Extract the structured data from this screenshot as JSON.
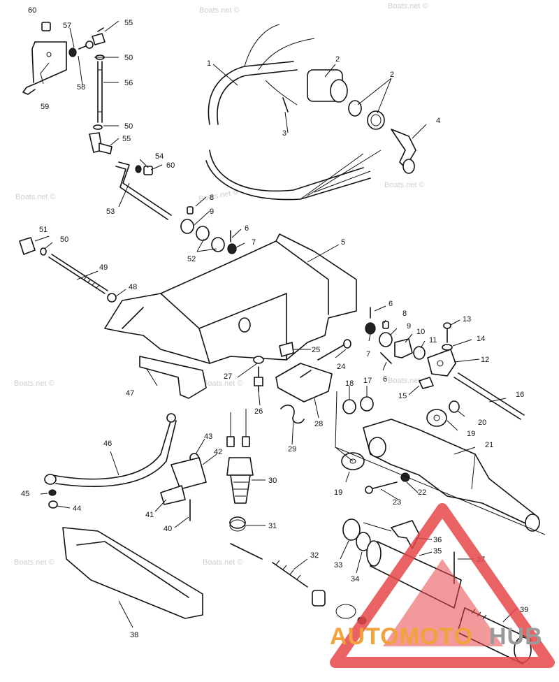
{
  "watermarks": [
    "Boats.net ©",
    "Boats.net ©",
    "Boats.net ©",
    "Boats.net ©",
    "Boats.net ©",
    "Boats.net ©",
    "Boats.net ©",
    "Boats.net ©",
    "Boats.net ©",
    "Boats.net ©"
  ],
  "brand": {
    "part1": "AUTOMOTO",
    "part2": "HUB",
    "color_orange": "#f2a23a",
    "color_gray": "#9a9a9a",
    "color_red": "#e8464a"
  },
  "callouts": [
    "60",
    "57",
    "55",
    "50",
    "56",
    "58",
    "59",
    "50",
    "55",
    "54",
    "60",
    "53",
    "1",
    "2",
    "2",
    "3",
    "4",
    "8",
    "9",
    "6",
    "7",
    "52",
    "5",
    "51",
    "50",
    "49",
    "48",
    "6",
    "8",
    "9",
    "10",
    "11",
    "7",
    "6",
    "13",
    "14",
    "12",
    "25",
    "24",
    "27",
    "26",
    "47",
    "28",
    "18",
    "17",
    "15",
    "16",
    "20",
    "19",
    "29",
    "46",
    "43",
    "42",
    "45",
    "44",
    "41",
    "40",
    "30",
    "21",
    "22",
    "19",
    "23",
    "31",
    "36",
    "35",
    "37",
    "32",
    "33",
    "34",
    "38",
    "39"
  ]
}
